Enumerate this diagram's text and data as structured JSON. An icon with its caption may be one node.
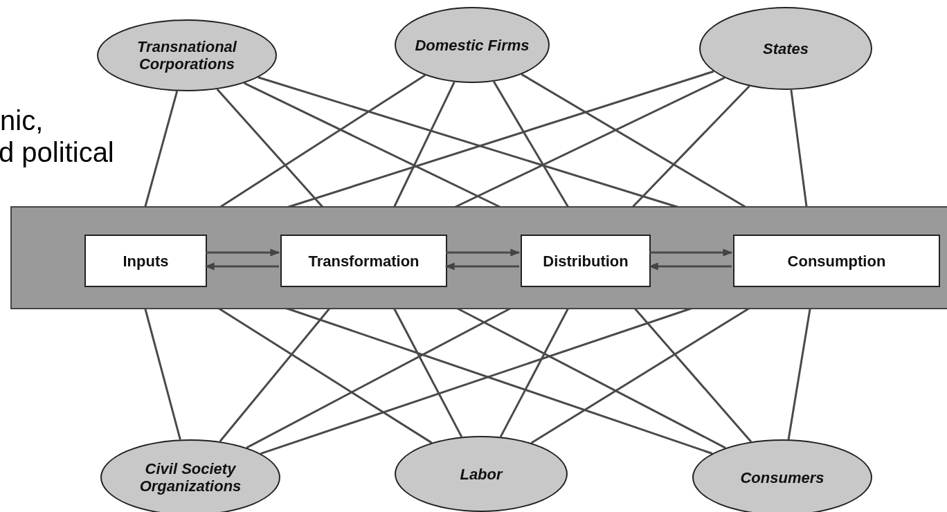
{
  "diagram": {
    "nodes": [
      {
        "text": [
          "Transnational Corporations"
        ]
      },
      {
        "text": [
          "Domestic Firms"
        ]
      },
      {
        "text": [
          "States"
        ]
      },
      {
        "text": [],
        "shape": "bar"
      },
      {
        "text": [
          "Inputs"
        ],
        "in": 3
      },
      {
        "text": [
          "Transformation"
        ],
        "in": 3
      },
      {
        "text": [
          "Distribution"
        ],
        "in": 3
      },
      {
        "text": [
          "Consumption"
        ],
        "in": 3
      },
      {
        "text": [
          "Civil Society Organizations"
        ]
      },
      {
        "text": [
          "Labor"
        ]
      },
      {
        "text": [
          "Consumers"
        ]
      }
    ],
    "edges": [
      {
        "from": 4,
        "to": 5,
        "arrow": "to"
      },
      {
        "from": 5,
        "to": 4,
        "arrow": "to"
      },
      {
        "from": 5,
        "to": 6,
        "arrow": "to"
      },
      {
        "from": 6,
        "to": 5,
        "arrow": "to"
      },
      {
        "from": 6,
        "to": 7,
        "arrow": "to"
      },
      {
        "from": 7,
        "to": 6,
        "arrow": "to"
      },
      {
        "from": 0,
        "to": 4,
        "arrow": "none"
      },
      {
        "from": 0,
        "to": 5,
        "arrow": "none"
      },
      {
        "from": 0,
        "to": 6,
        "arrow": "none"
      },
      {
        "from": 0,
        "to": 7,
        "arrow": "none"
      },
      {
        "from": 1,
        "to": 4,
        "arrow": "none"
      },
      {
        "from": 1,
        "to": 5,
        "arrow": "none"
      },
      {
        "from": 1,
        "to": 6,
        "arrow": "none"
      },
      {
        "from": 1,
        "to": 7,
        "arrow": "none"
      },
      {
        "from": 2,
        "to": 4,
        "arrow": "none"
      },
      {
        "from": 2,
        "to": 5,
        "arrow": "none"
      },
      {
        "from": 2,
        "to": 6,
        "arrow": "none"
      },
      {
        "from": 2,
        "to": 7,
        "arrow": "none"
      },
      {
        "from": 8,
        "to": 4,
        "arrow": "none"
      },
      {
        "from": 8,
        "to": 5,
        "arrow": "none"
      },
      {
        "from": 8,
        "to": 6,
        "arrow": "none"
      },
      {
        "from": 8,
        "to": 7,
        "arrow": "none"
      },
      {
        "from": 9,
        "to": 4,
        "arrow": "none"
      },
      {
        "from": 9,
        "to": 5,
        "arrow": "none"
      },
      {
        "from": 9,
        "to": 6,
        "arrow": "none"
      },
      {
        "from": 9,
        "to": 7,
        "arrow": "none"
      },
      {
        "from": 10,
        "to": 4,
        "arrow": "none"
      },
      {
        "from": 10,
        "to": 5,
        "arrow": "none"
      },
      {
        "from": 10,
        "to": 6,
        "arrow": "none"
      },
      {
        "from": 10,
        "to": 7,
        "arrow": "none"
      }
    ],
    "labels": [
      "nic,",
      "d political"
    ]
  }
}
